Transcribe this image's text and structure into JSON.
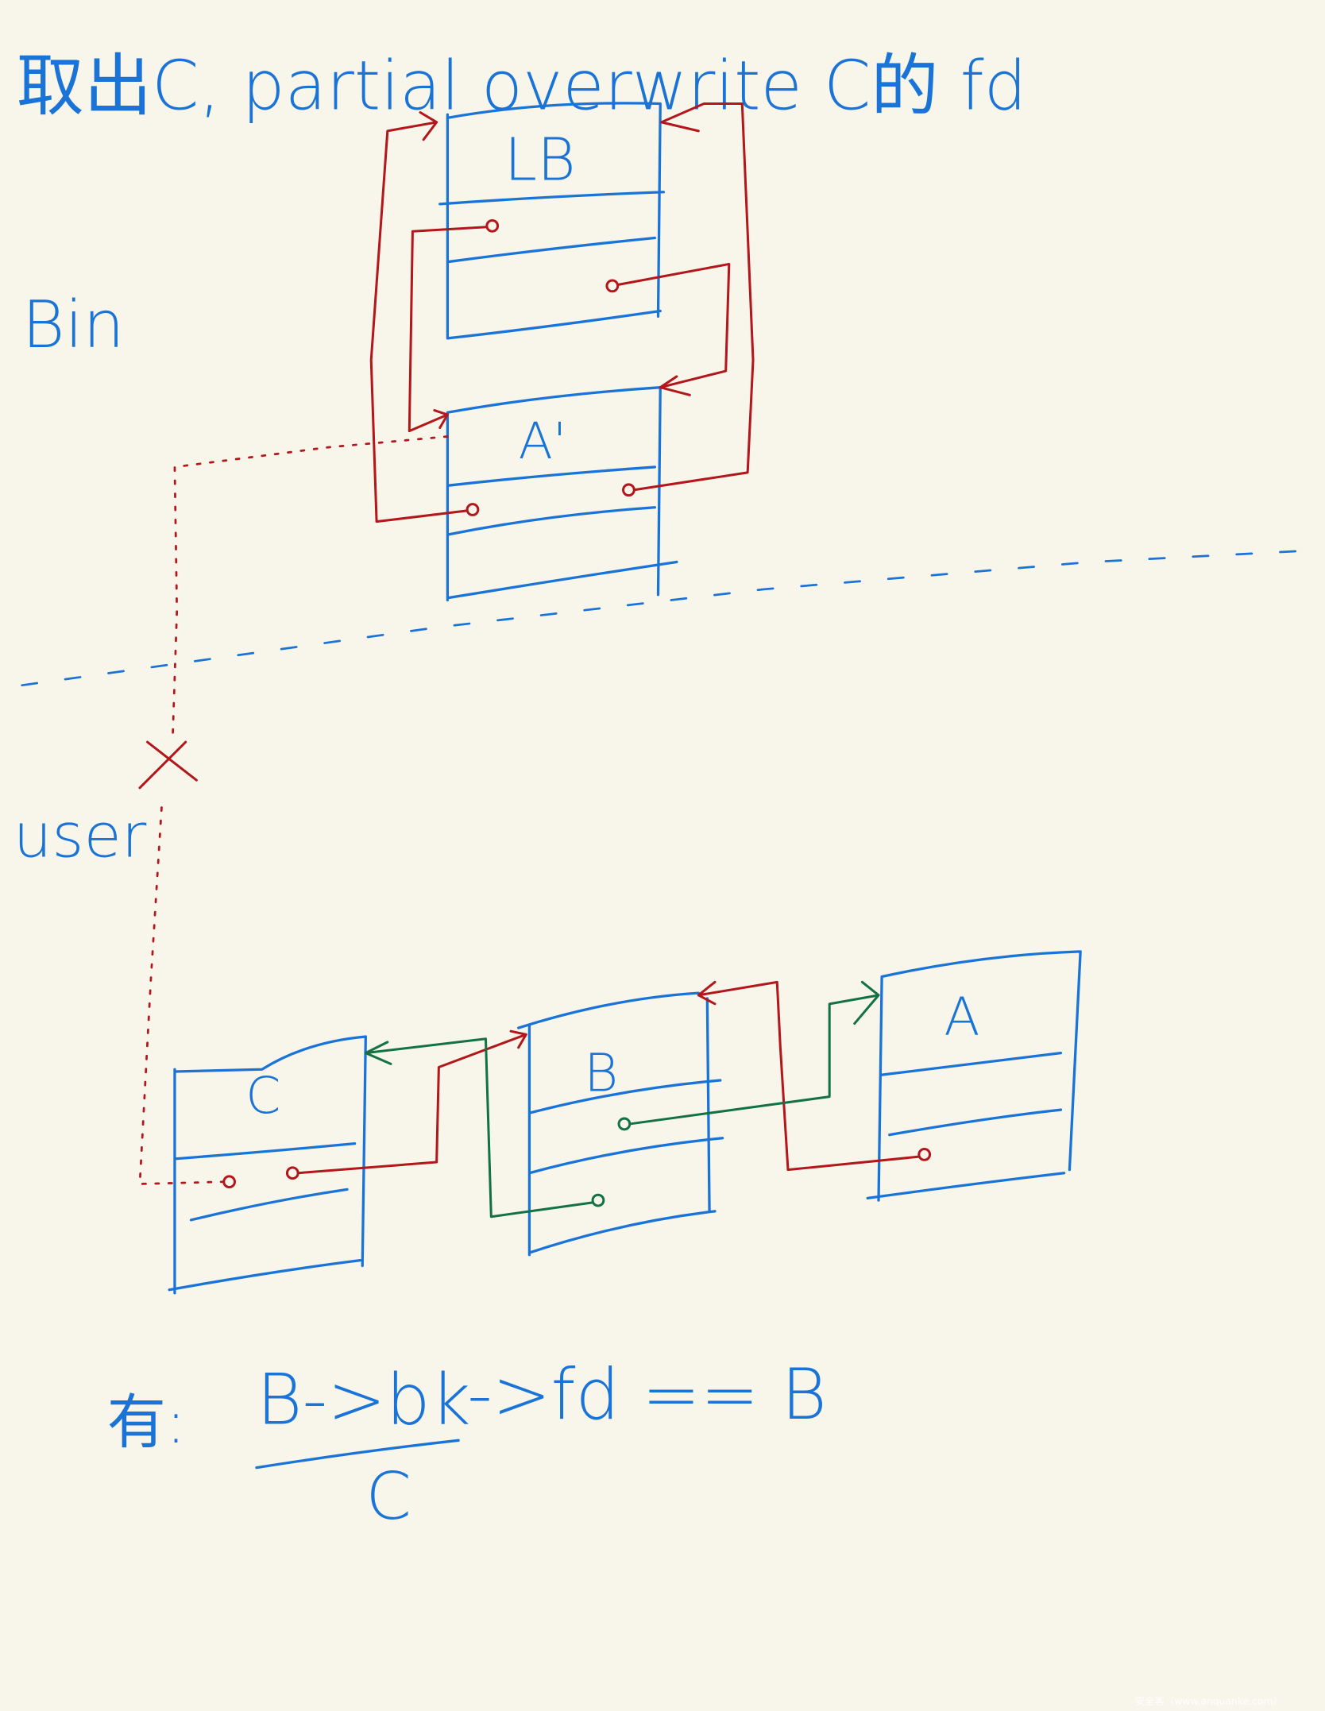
{
  "title": "取出C, partial overwrite C的 fd",
  "regions": {
    "bin": "Bin",
    "user": "user"
  },
  "bin_chunks": [
    {
      "label": "LB"
    },
    {
      "label": "A'"
    }
  ],
  "user_chunks": [
    {
      "label": "C"
    },
    {
      "label": "B"
    },
    {
      "label": "A"
    }
  ],
  "condition": {
    "prefix": "有:",
    "lhs": "B->bk",
    "rhs": "->fd == B",
    "note": "C"
  },
  "watermark": "安全客（www.anquanke.com）",
  "colors": {
    "ink_blue": "#1a74d8",
    "ink_red": "#b3161b",
    "ink_green": "#137243",
    "paper": "#f8f5ea"
  }
}
